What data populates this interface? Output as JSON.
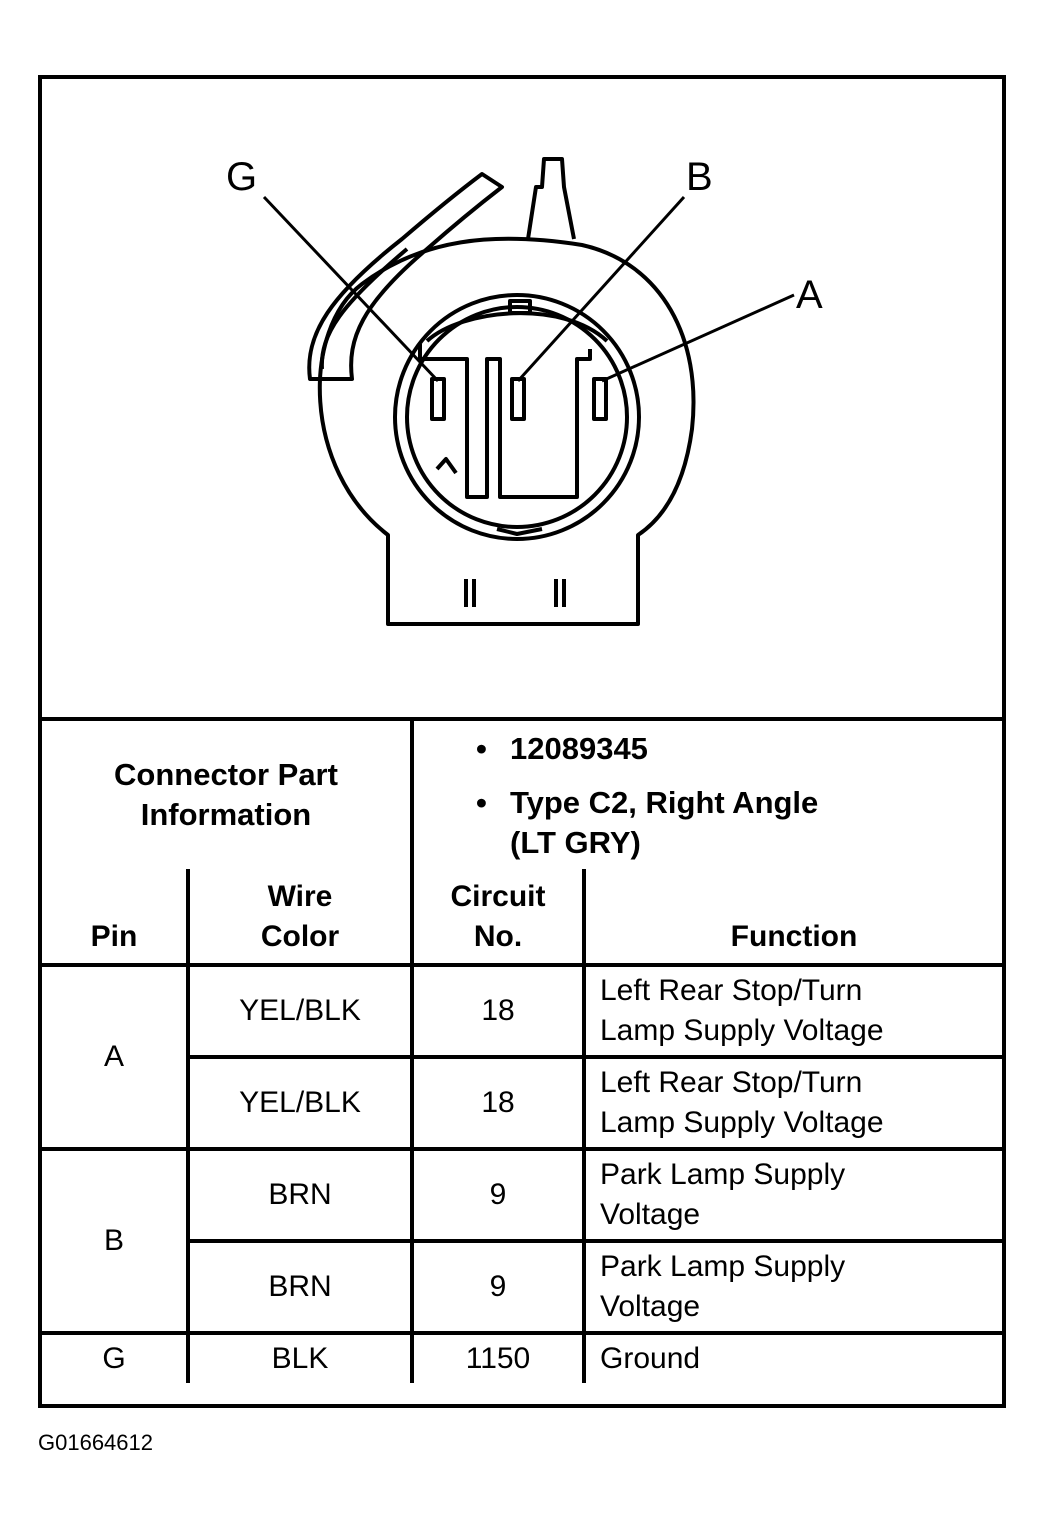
{
  "diagram": {
    "callouts": {
      "g": "G",
      "b": "B",
      "a": "A"
    }
  },
  "connector_info": {
    "label_line1": "Connector Part",
    "label_line2": "Information",
    "part_number": "12089345",
    "type_line1": "Type C2, Right Angle",
    "type_line2": "(LT GRY)"
  },
  "table": {
    "headers": {
      "pin": "Pin",
      "wire_color_line1": "Wire",
      "wire_color_line2": "Color",
      "circuit_line1": "Circuit",
      "circuit_line2": "No.",
      "function": "Function"
    },
    "rows": [
      {
        "pin": "A",
        "wire_color": "YEL/BLK",
        "circuit": "18",
        "function_line1": "Left Rear Stop/Turn",
        "function_line2": "Lamp Supply Voltage"
      },
      {
        "pin": "A",
        "wire_color": "YEL/BLK",
        "circuit": "18",
        "function_line1": "Left Rear Stop/Turn",
        "function_line2": "Lamp Supply Voltage"
      },
      {
        "pin": "B",
        "wire_color": "BRN",
        "circuit": "9",
        "function_line1": "Park Lamp Supply",
        "function_line2": "Voltage"
      },
      {
        "pin": "B",
        "wire_color": "BRN",
        "circuit": "9",
        "function_line1": "Park Lamp Supply",
        "function_line2": "Voltage"
      },
      {
        "pin": "G",
        "wire_color": "BLK",
        "circuit": "1150",
        "function_line1": "Ground",
        "function_line2": ""
      }
    ]
  },
  "figure_id": "G01664612"
}
